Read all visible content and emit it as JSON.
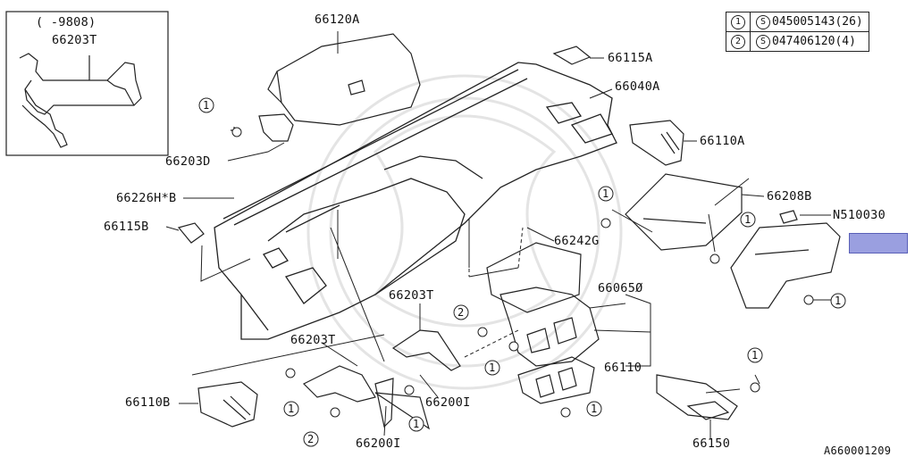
{
  "inset": {
    "range": "(   -9808)",
    "part": "66203T"
  },
  "legend": [
    {
      "num": "1",
      "mark": "S",
      "code": "045005143(26)"
    },
    {
      "num": "2",
      "mark": "S",
      "code": "047406120(4)"
    }
  ],
  "labels": {
    "l66120A": "66120A",
    "l66115A": "66115A",
    "l66040A": "66040A",
    "l66110A": "66110A",
    "l66203D": "66203D",
    "l66226H": "66226H*B",
    "l66208B": "66208B",
    "lN510030": "N510030",
    "l66115B": "66115B",
    "l66242G": "66242G",
    "l66065": "66065Ø",
    "l66203T_a": "66203T",
    "l66203T_b": "66203T",
    "l66110": "66110",
    "l66110B": "66110B",
    "l66200I_a": "66200I",
    "l66200I_b": "66200I",
    "l66150": "66150",
    "ref": "A660001209"
  },
  "callouts": {
    "one": "1",
    "two": "2"
  },
  "colors": {
    "highlight": "#9a9fe0",
    "line": "#222222"
  }
}
